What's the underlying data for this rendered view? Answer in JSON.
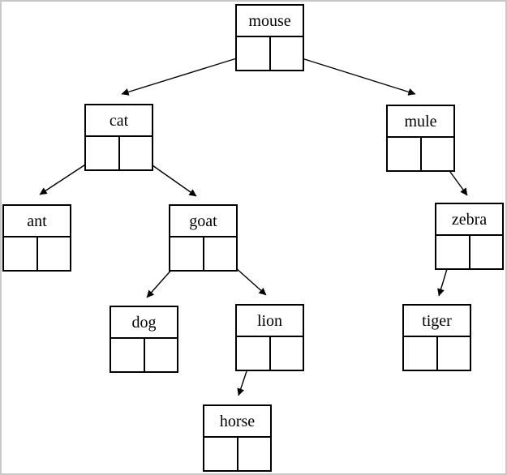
{
  "diagram": {
    "type": "binary-tree",
    "description": "Binary tree of animal-name nodes drawn as boxes with a label cell and two pointer cells",
    "nodes": [
      {
        "id": "mouse",
        "label": "mouse",
        "left_child": "cat",
        "right_child": "mule"
      },
      {
        "id": "cat",
        "label": "cat",
        "left_child": "ant",
        "right_child": "goat"
      },
      {
        "id": "mule",
        "label": "mule",
        "left_child": null,
        "right_child": "zebra"
      },
      {
        "id": "ant",
        "label": "ant",
        "left_child": null,
        "right_child": null
      },
      {
        "id": "goat",
        "label": "goat",
        "left_child": "dog",
        "right_child": "lion"
      },
      {
        "id": "zebra",
        "label": "zebra",
        "left_child": "tiger",
        "right_child": null
      },
      {
        "id": "dog",
        "label": "dog",
        "left_child": null,
        "right_child": null
      },
      {
        "id": "lion",
        "label": "lion",
        "left_child": "horse",
        "right_child": null
      },
      {
        "id": "tiger",
        "label": "tiger",
        "left_child": null,
        "right_child": null
      },
      {
        "id": "horse",
        "label": "horse",
        "left_child": null,
        "right_child": null
      }
    ],
    "colors": {
      "line": "#000000",
      "text": "#000000",
      "background": "#ffffff",
      "frame_border": "#c8c8c8"
    }
  }
}
